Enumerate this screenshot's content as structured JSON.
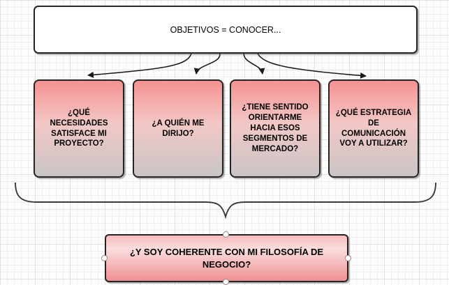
{
  "title_box": {
    "label": "OBJETIVOS = CONOCER..."
  },
  "question_boxes": [
    {
      "label": "¿QUÉ\nNECESIDADES\nSATISFACE MI\nPROYECTO?"
    },
    {
      "label": "¿A QUIÉN ME\nDIRIJO?"
    },
    {
      "label": "¿TIENE SENTIDO\nORIENTARME\nHACIA ESOS\nSEGMENTOS DE\nMERCADO?"
    },
    {
      "label": "¿QUÉ ESTRATEGIA\nDE\nCOMUNICACIÓN\nVOY A UTILIZAR?"
    }
  ],
  "conclusion_box": {
    "label": "¿Y SOY COHERENTE CON MI FILOSOFÍA DE\nNEGOCIO?"
  },
  "colors": {
    "question_box_gradient_top": "#f59292",
    "question_box_gradient_bottom": "#c9c5c5",
    "conclusion_gradient_top": "#f7bcbc",
    "conclusion_gradient_bottom": "#ef9093",
    "box_border": "#242424",
    "connector": "#1a1a1a",
    "brace": "#3a3a3a",
    "handle_border": "#9a8585",
    "grid_minor": "#efefef",
    "grid_major": "#e2e2e2"
  }
}
